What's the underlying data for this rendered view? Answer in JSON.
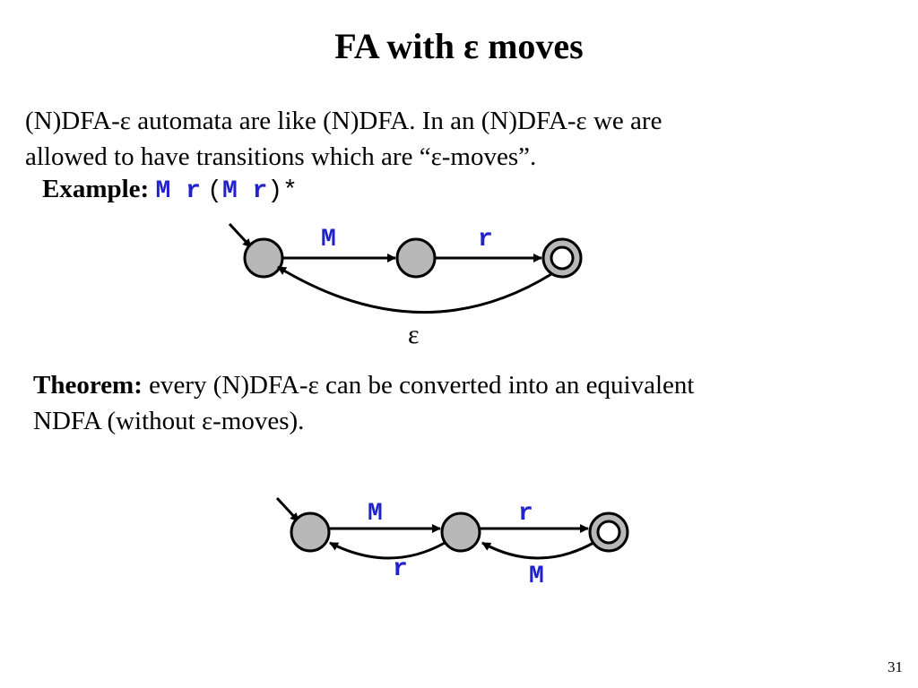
{
  "slide": {
    "title": "FA with ε moves",
    "intro_line1": "(N)DFA-ε automata are like (N)DFA. In an (N)DFA-ε we are",
    "intro_line2": "allowed to have transitions which are “ε-moves”.",
    "example_label": "Example:",
    "example_regex_part1": "M r",
    "example_paren_open": "(",
    "example_regex_part2": "M r",
    "example_paren_close": ")*",
    "theorem_label": "Theorem:",
    "theorem_line1": " every (N)DFA-ε can be converted into an equivalent",
    "theorem_line2": "NDFA (without ε-moves).",
    "page_number": "31"
  },
  "diagram1": {
    "label_M": "M",
    "label_r": "r",
    "label_epsilon": "ε"
  },
  "diagram2": {
    "label_M_top": "M",
    "label_r_top": "r",
    "label_r_bottom": "r",
    "label_M_bottom": "M"
  },
  "colors": {
    "state_fill": "#b8b8b8",
    "label_blue": "#2222cc"
  }
}
